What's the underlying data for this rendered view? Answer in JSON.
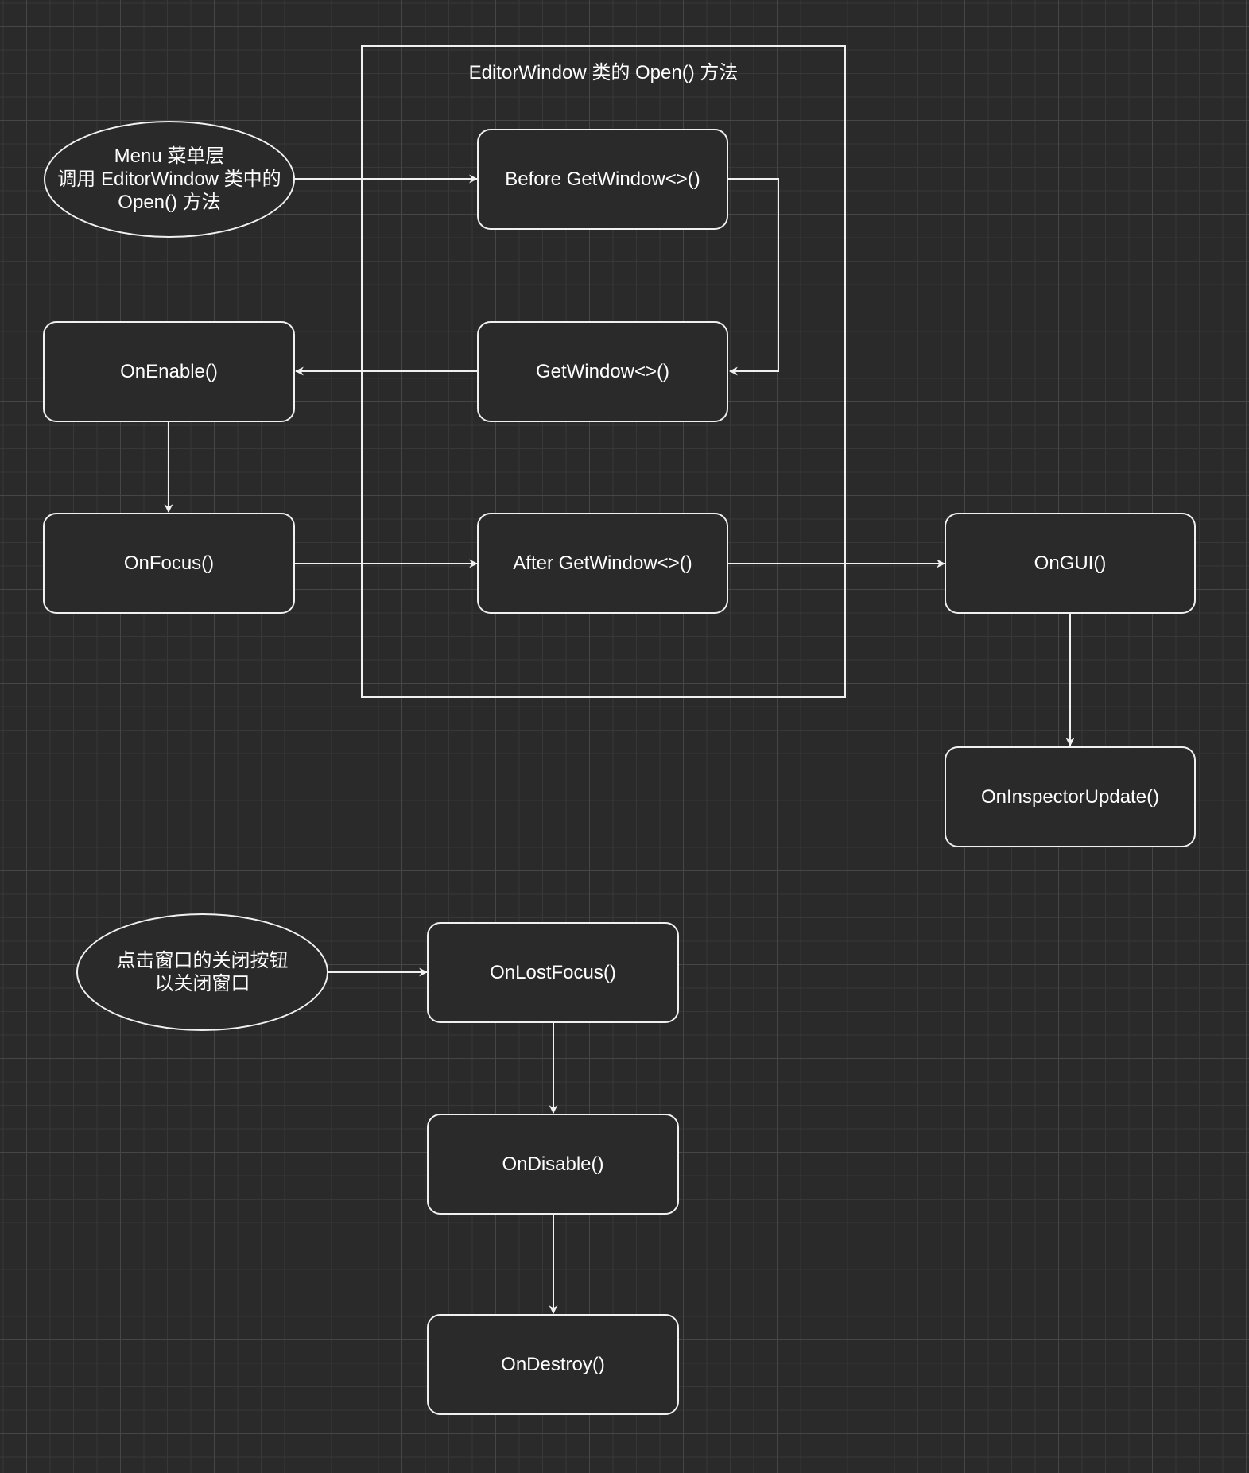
{
  "container": {
    "title": "EditorWindow 类的 Open() 方法"
  },
  "nodes": {
    "menu_call": "Menu 菜单层\n调用 EditorWindow 类中的\nOpen() 方法",
    "before_getwindow": "Before GetWindow<>()",
    "getwindow": "GetWindow<>()",
    "after_getwindow": "After GetWindow<>()",
    "on_enable": "OnEnable()",
    "on_focus": "OnFocus()",
    "on_gui": "OnGUI()",
    "on_inspector_update": "OnInspectorUpdate()",
    "close_click": "点击窗口的关闭按钮\n以关闭窗口",
    "on_lost_focus": "OnLostFocus()",
    "on_disable": "OnDisable()",
    "on_destroy": "OnDestroy()"
  },
  "colors": {
    "background": "#2a2a2a",
    "stroke": "#f0f0f0",
    "text": "#ffffff"
  }
}
